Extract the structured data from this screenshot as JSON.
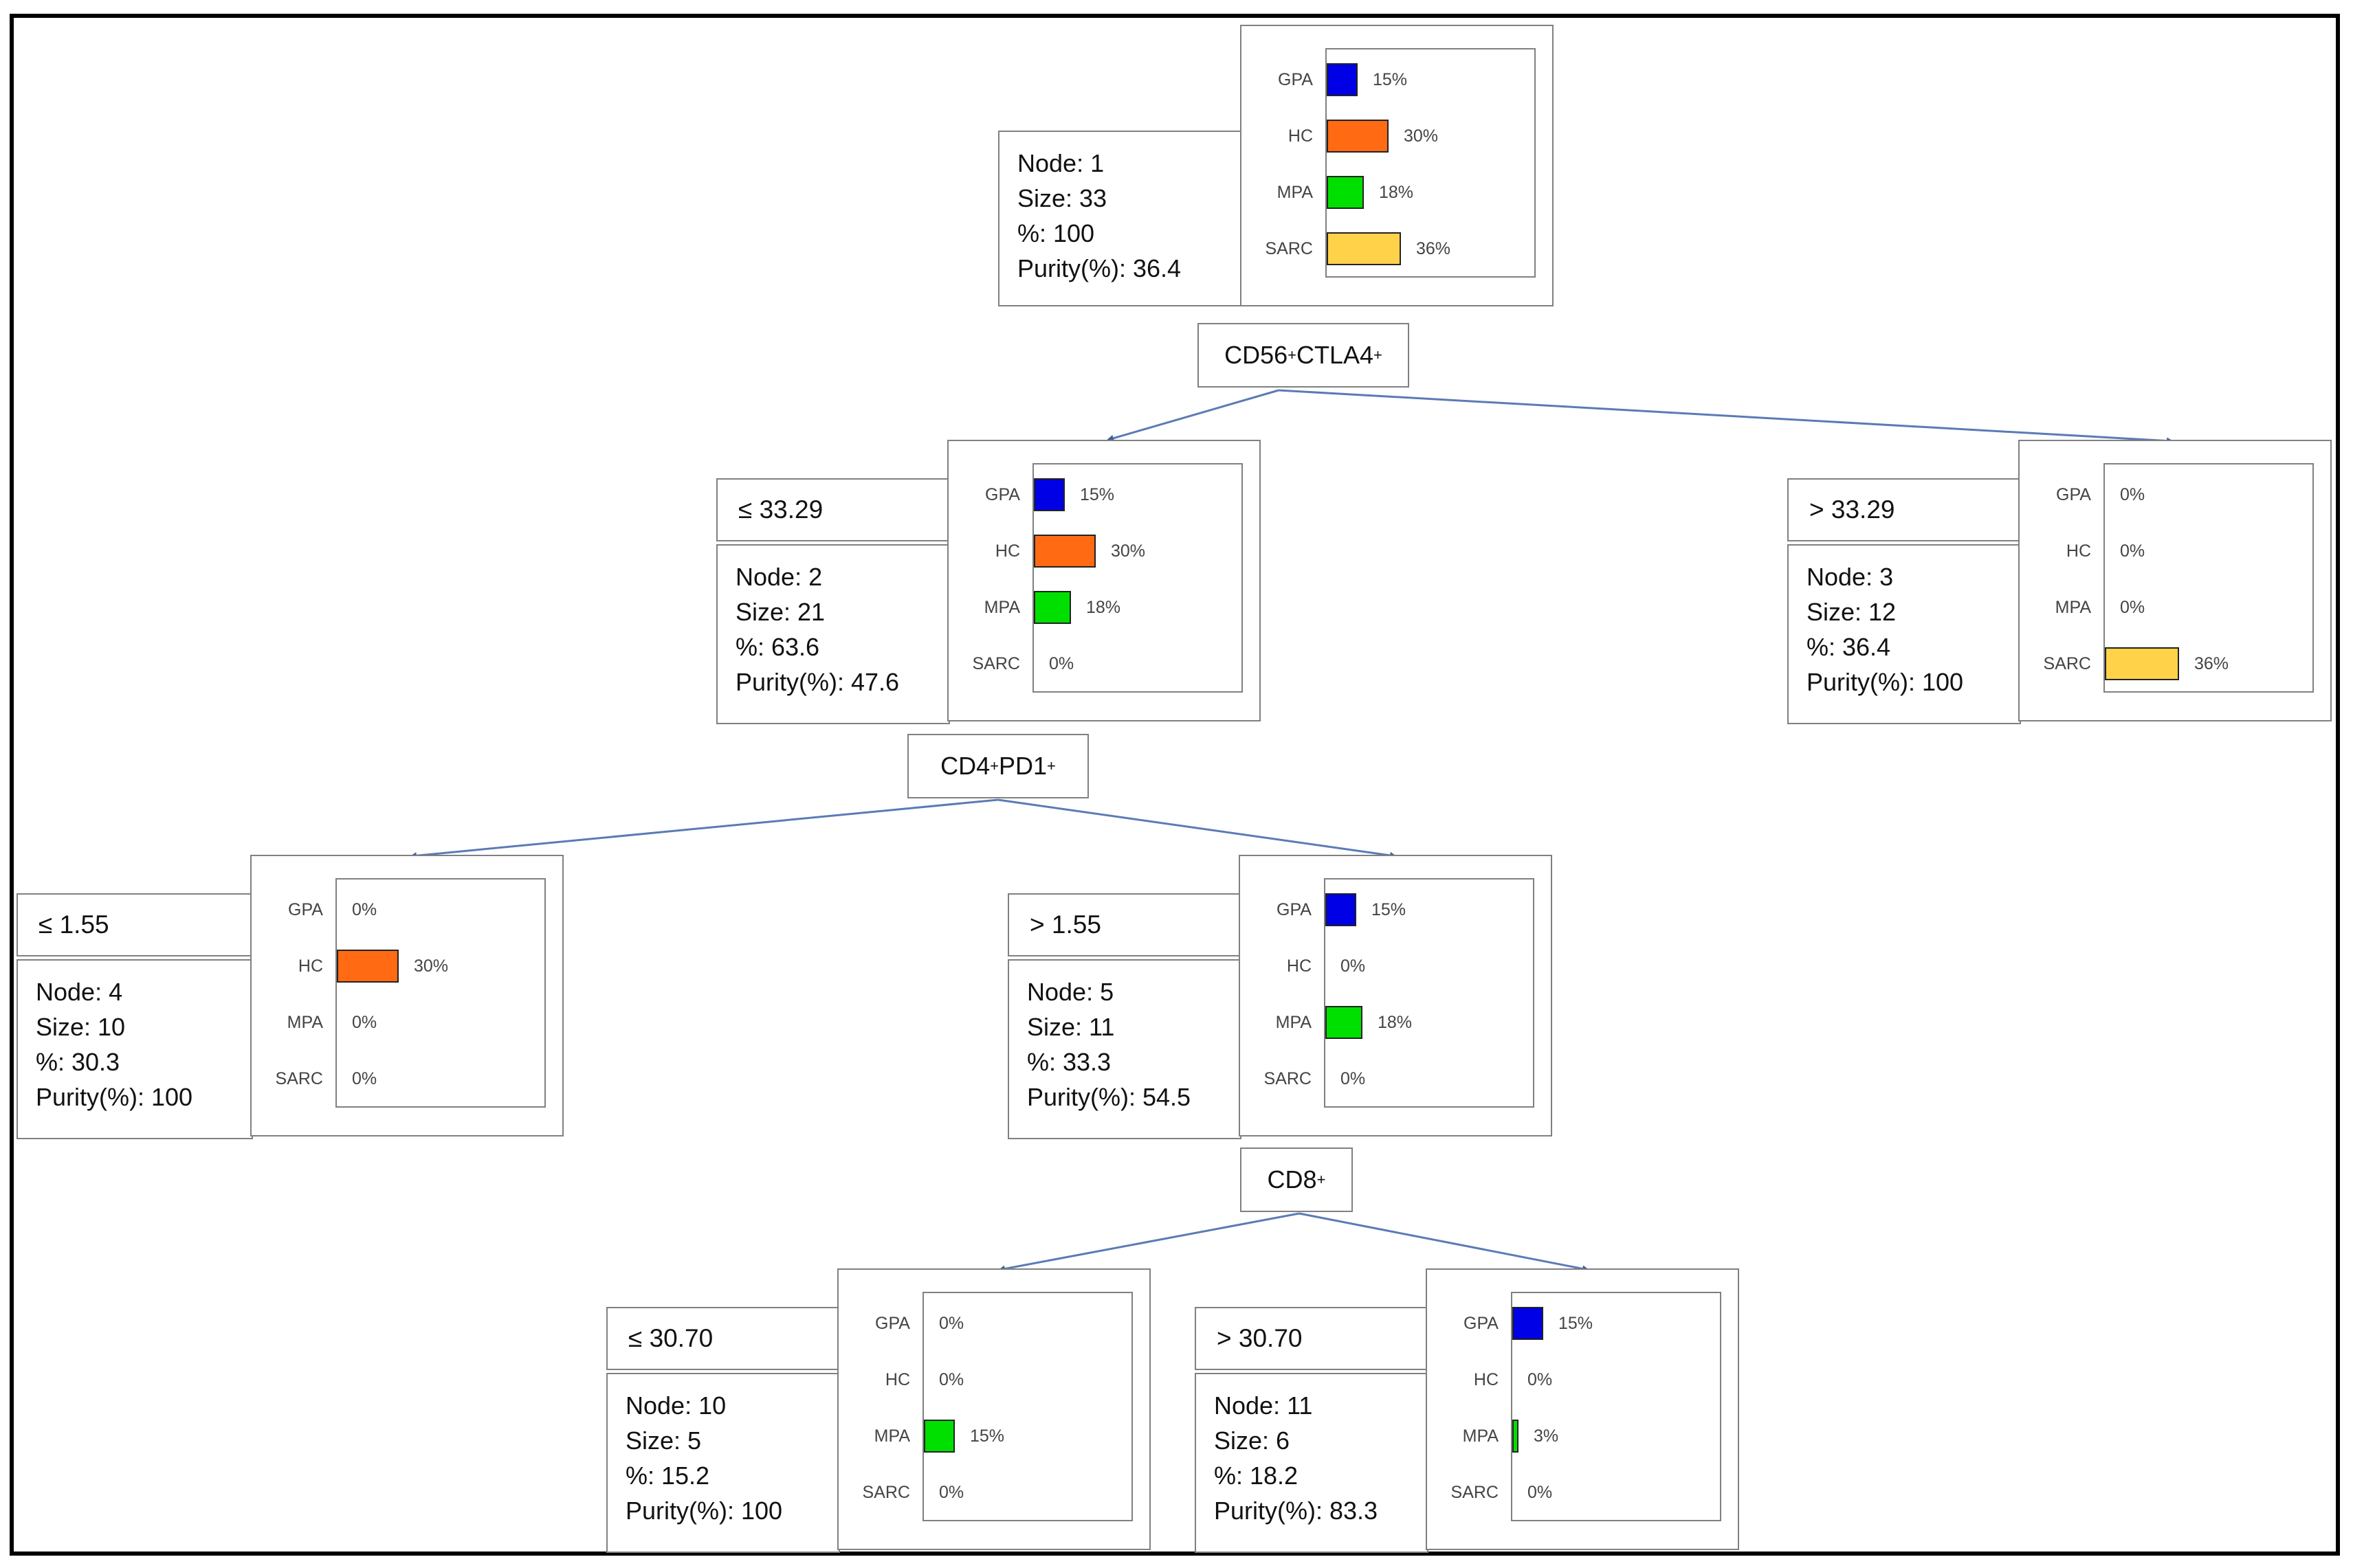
{
  "colors": {
    "GPA": "#0000e6",
    "HC": "#ff6a13",
    "MPA": "#00e000",
    "SARC": "#ffd24a",
    "edge": "#5b7bb5"
  },
  "class_labels": [
    "GPA",
    "HC",
    "MPA",
    "SARC"
  ],
  "nodes": [
    {
      "id": "1",
      "condition": "",
      "lines": [
        "Node: 1",
        "Size: 33",
        "%: 100",
        "Purity(%): 36.4"
      ],
      "bars": [
        {
          "cls": "GPA",
          "pct": 15,
          "text": "15%"
        },
        {
          "cls": "HC",
          "pct": 30,
          "text": "30%"
        },
        {
          "cls": "MPA",
          "pct": 18,
          "text": "18%"
        },
        {
          "cls": "SARC",
          "pct": 36,
          "text": "36%"
        }
      ]
    },
    {
      "id": "2",
      "condition": "≤ 33.29",
      "lines": [
        "Node: 2",
        "Size: 21",
        "%: 63.6",
        "Purity(%): 47.6"
      ],
      "bars": [
        {
          "cls": "GPA",
          "pct": 15,
          "text": "15%"
        },
        {
          "cls": "HC",
          "pct": 30,
          "text": "30%"
        },
        {
          "cls": "MPA",
          "pct": 18,
          "text": "18%"
        },
        {
          "cls": "SARC",
          "pct": 0,
          "text": "0%"
        }
      ]
    },
    {
      "id": "3",
      "condition": "> 33.29",
      "lines": [
        "Node: 3",
        "Size: 12",
        "%: 36.4",
        "Purity(%): 100"
      ],
      "bars": [
        {
          "cls": "GPA",
          "pct": 0,
          "text": "0%"
        },
        {
          "cls": "HC",
          "pct": 0,
          "text": "0%"
        },
        {
          "cls": "MPA",
          "pct": 0,
          "text": "0%"
        },
        {
          "cls": "SARC",
          "pct": 36,
          "text": "36%"
        }
      ]
    },
    {
      "id": "4",
      "condition": "≤ 1.55",
      "lines": [
        "Node: 4",
        "Size: 10",
        "%: 30.3",
        "Purity(%): 100"
      ],
      "bars": [
        {
          "cls": "GPA",
          "pct": 0,
          "text": "0%"
        },
        {
          "cls": "HC",
          "pct": 30,
          "text": "30%"
        },
        {
          "cls": "MPA",
          "pct": 0,
          "text": "0%"
        },
        {
          "cls": "SARC",
          "pct": 0,
          "text": "0%"
        }
      ]
    },
    {
      "id": "5",
      "condition": "> 1.55",
      "lines": [
        "Node: 5",
        "Size: 11",
        "%: 33.3",
        "Purity(%): 54.5"
      ],
      "bars": [
        {
          "cls": "GPA",
          "pct": 15,
          "text": "15%"
        },
        {
          "cls": "HC",
          "pct": 0,
          "text": "0%"
        },
        {
          "cls": "MPA",
          "pct": 18,
          "text": "18%"
        },
        {
          "cls": "SARC",
          "pct": 0,
          "text": "0%"
        }
      ]
    },
    {
      "id": "10",
      "condition": "≤ 30.70",
      "lines": [
        "Node: 10",
        "Size: 5",
        "%: 15.2",
        "Purity(%): 100"
      ],
      "bars": [
        {
          "cls": "GPA",
          "pct": 0,
          "text": "0%"
        },
        {
          "cls": "HC",
          "pct": 0,
          "text": "0%"
        },
        {
          "cls": "MPA",
          "pct": 15,
          "text": "15%"
        },
        {
          "cls": "SARC",
          "pct": 0,
          "text": "0%"
        }
      ]
    },
    {
      "id": "11",
      "condition": "> 30.70",
      "lines": [
        "Node: 11",
        "Size: 6",
        "%: 18.2",
        "Purity(%): 83.3"
      ],
      "bars": [
        {
          "cls": "GPA",
          "pct": 15,
          "text": "15%"
        },
        {
          "cls": "HC",
          "pct": 0,
          "text": "0%"
        },
        {
          "cls": "MPA",
          "pct": 3,
          "text": "3%"
        },
        {
          "cls": "SARC",
          "pct": 0,
          "text": "0%"
        }
      ]
    }
  ],
  "splits": [
    {
      "id": "s1",
      "marker": "CD56",
      "marker2": "CTLA4",
      "sup": "+"
    },
    {
      "id": "s2",
      "marker": "CD4",
      "marker2": "PD1",
      "sup": "+"
    },
    {
      "id": "s5",
      "marker": "CD8",
      "marker2": "",
      "sup": "+"
    }
  ]
}
